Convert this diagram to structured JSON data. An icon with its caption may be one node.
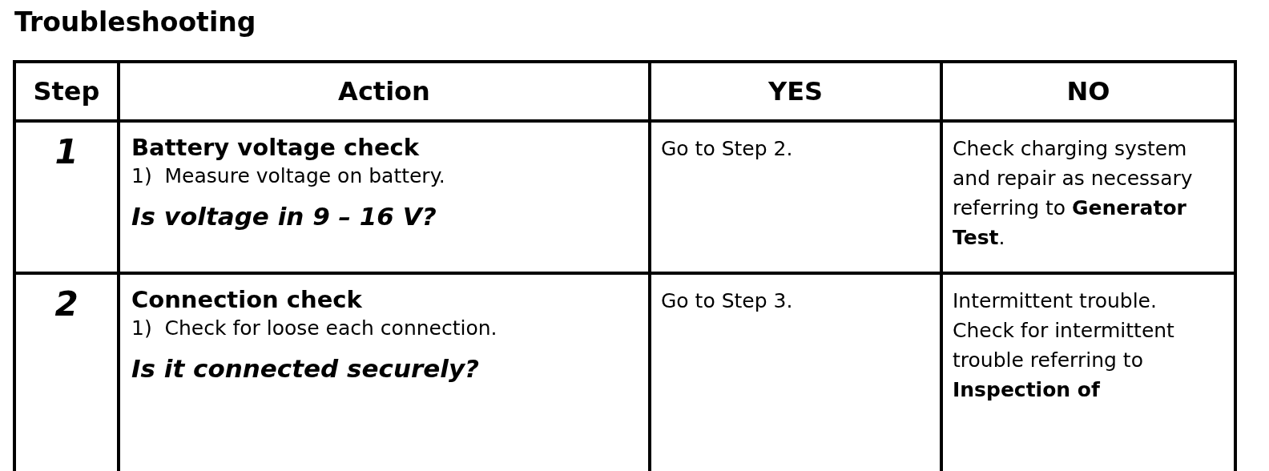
{
  "diagram": {
    "title": "Troubleshooting",
    "labels": [
      "Step",
      "Action",
      "YES",
      "NO",
      "1",
      "Battery voltage check",
      "1)  Measure voltage on battery.",
      "Is voltage in 9 – 16 V?",
      "Go to Step 2.",
      "Check charging system and repair as necessary referring to **Generator Test**.",
      "2",
      "Connection check",
      "1)  Check for loose each connection.",
      "Is it connected securely?",
      "Go to Step 3.",
      "Intermittent trouble. Check for intermittent trouble referring to **Inspection of**"
    ]
  }
}
